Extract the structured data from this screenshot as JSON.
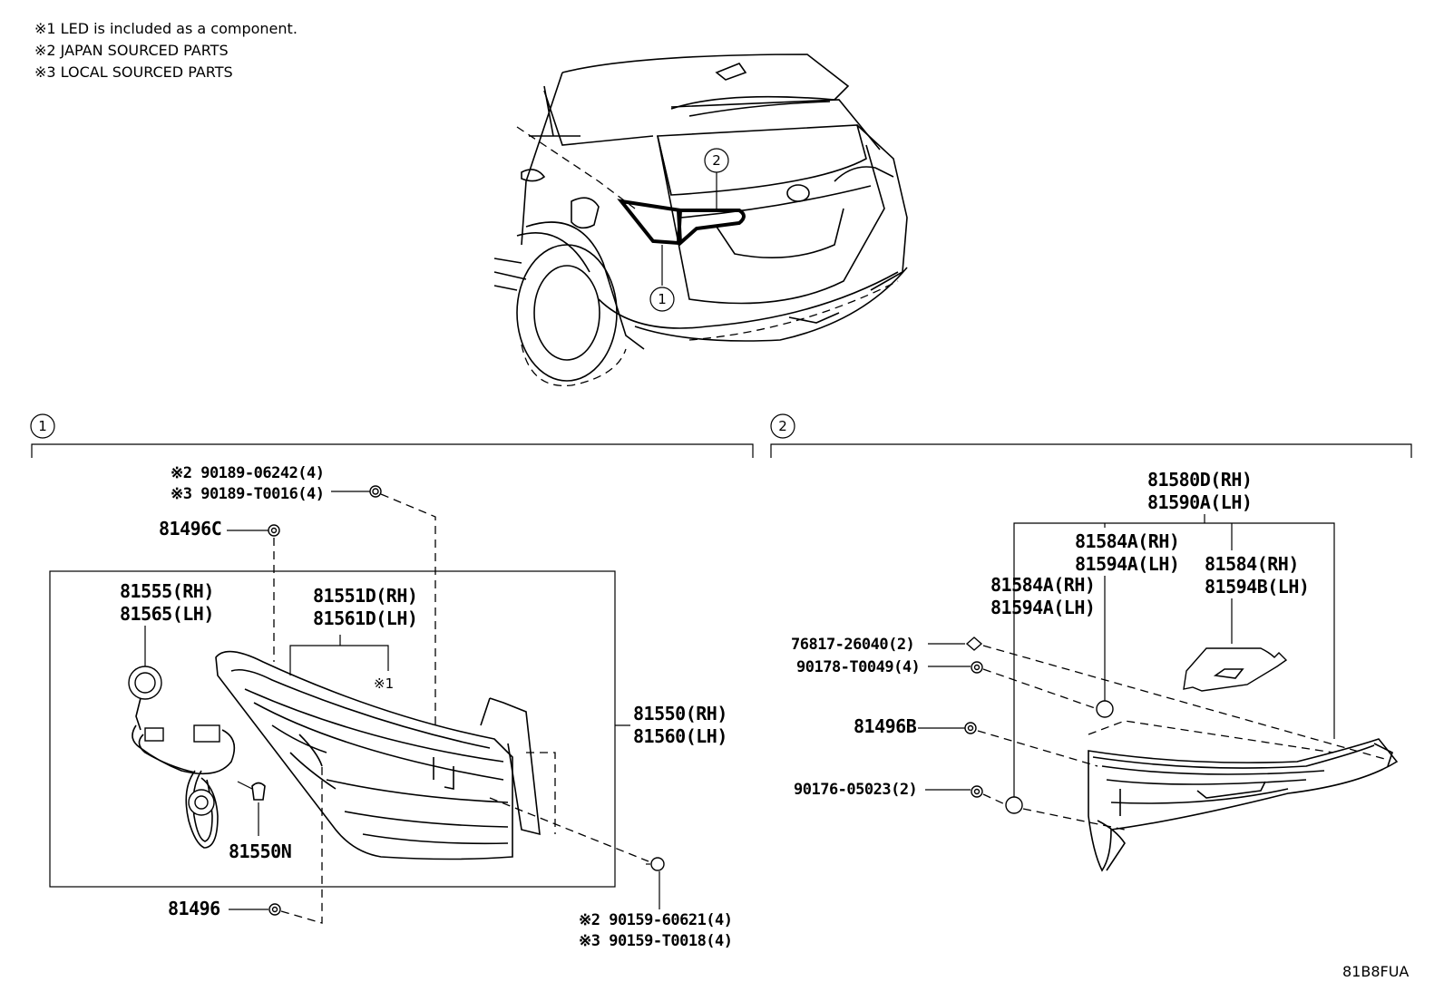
{
  "notes": [
    "※1 LED is included as a component.",
    "※2 JAPAN SOURCED PARTS",
    "※3 LOCAL SOURCED PARTS"
  ],
  "callouts": {
    "one": "1",
    "two": "2"
  },
  "section1": {
    "clip_note2": "※2 90189-06242(4)",
    "clip_note3": "※3 90189-T0016(4)",
    "p81496C": "81496C",
    "socket_rh": "81555(RH)",
    "socket_lh": "81565(LH)",
    "unit_rh": "81551D(RH)",
    "unit_lh": "81561D(LH)",
    "led_note": "※1",
    "lamp_rh": "81550(RH)",
    "lamp_lh": "81560(LH)",
    "bulb": "81550N",
    "p81496": "81496",
    "screw_note2": "※2 90159-60621(4)",
    "screw_note3": "※3 90159-T0018(4)"
  },
  "section2": {
    "assy_rh": "81580D(RH)",
    "assy_lh": "81590A(LH)",
    "gasket_a_rh": "81584A(RH)",
    "gasket_a_lh": "81594A(LH)",
    "gasket_b_rh": "81584(RH)",
    "gasket_b_lh": "81594B(LH)",
    "gasket_c_rh": "81584A(RH)",
    "gasket_c_lh": "81594A(LH)",
    "p76817": "76817-26040(2)",
    "p90178": "90178-T0049(4)",
    "p81496B": "81496B",
    "p90176": "90176-05023(2)"
  },
  "figure_code": "81B8FUA"
}
